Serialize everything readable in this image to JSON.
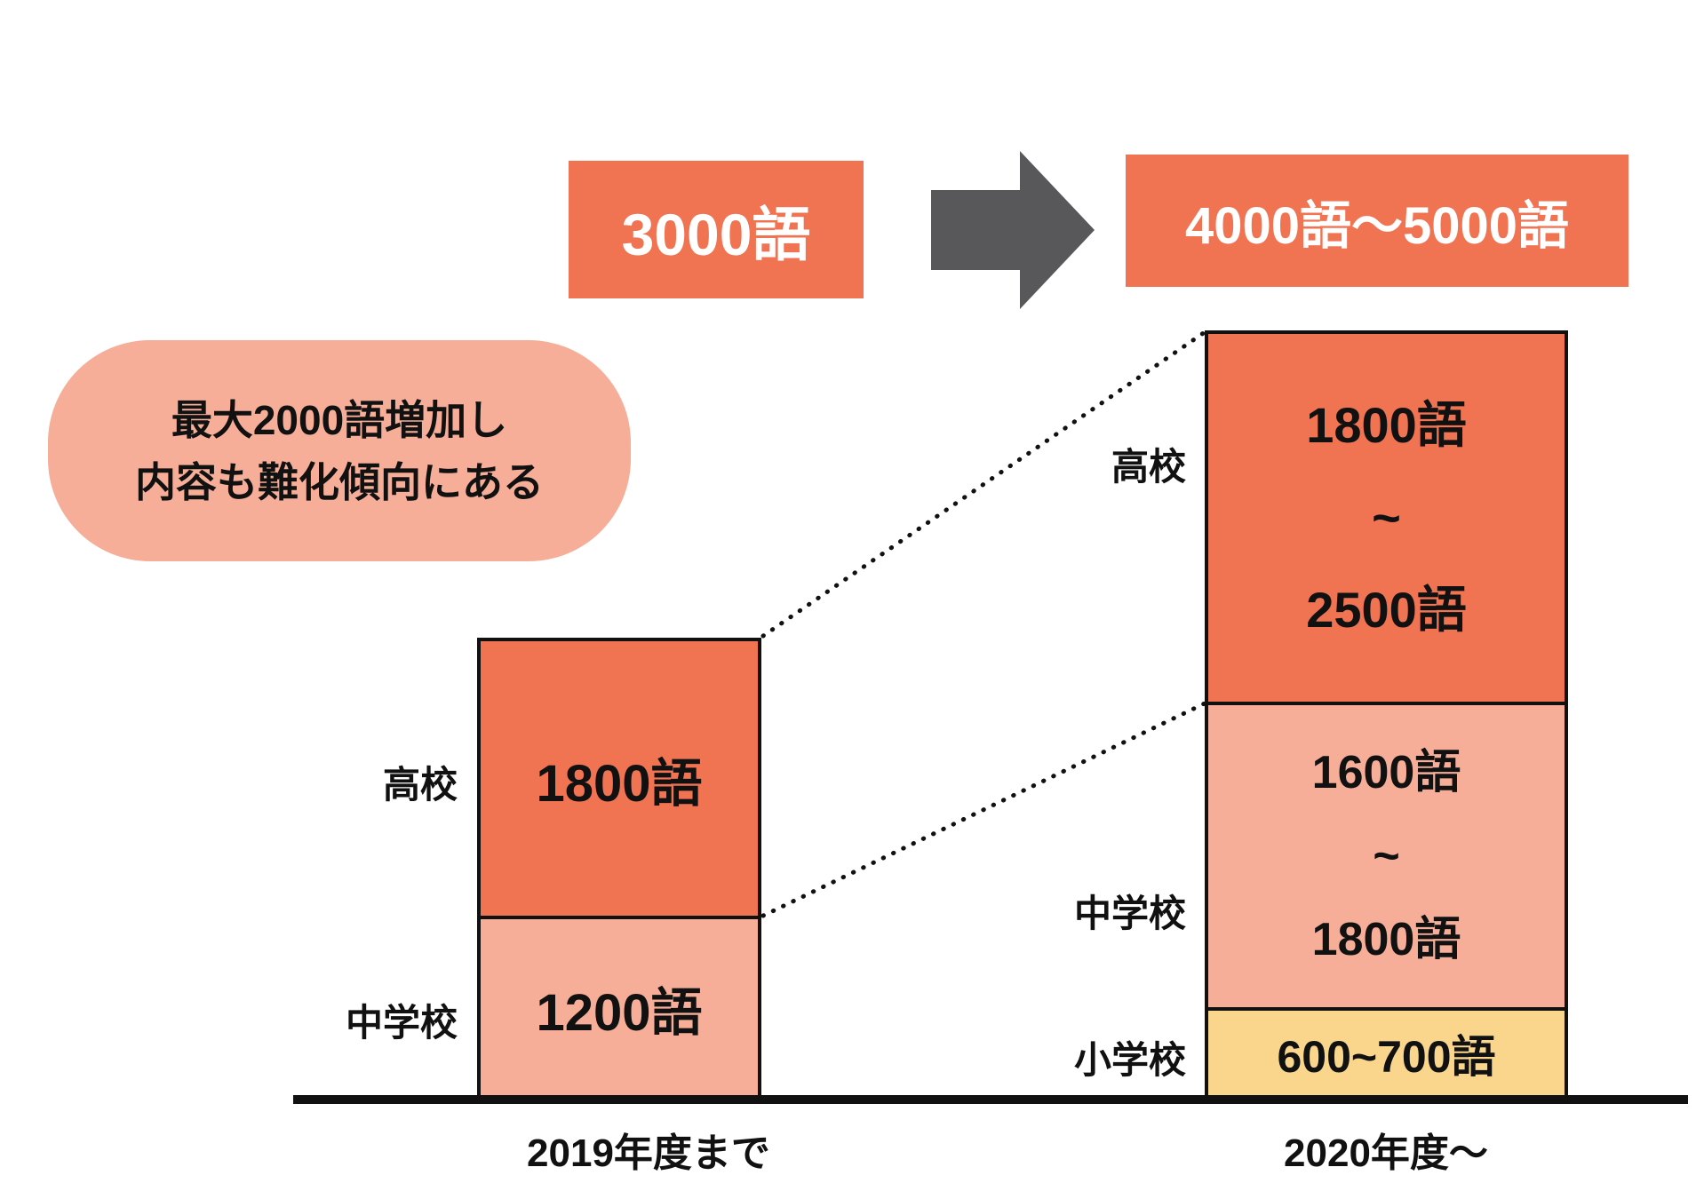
{
  "colors": {
    "orange": "#F07352",
    "pink": "#F6AE98",
    "yellow": "#FAD68C",
    "arrow_gray": "#58585A",
    "ink": "#111111"
  },
  "top": {
    "before_label": "3000語",
    "after_label": "4000語〜5000語"
  },
  "callout": {
    "line1": "最大2000語増加し",
    "line2": "内容も難化傾向にある"
  },
  "left_chart": {
    "xlabel": "2019年度まで",
    "koukou_label": "高校",
    "koukou_value": "1800語",
    "chuugaku_label": "中学校",
    "chuugaku_value": "1200語"
  },
  "right_chart": {
    "xlabel": "2020年度〜",
    "koukou_label": "高校",
    "koukou_lines": [
      "1800語",
      "~",
      "2500語"
    ],
    "chuugaku_label": "中学校",
    "chuugaku_lines": [
      "1600語",
      "~",
      "1800語"
    ],
    "shougaku_label": "小学校",
    "shougaku_value": "600~700語"
  },
  "chart_data": {
    "type": "bar",
    "stacked": true,
    "grid": false,
    "categories": [
      "2019年度まで",
      "2020年度〜"
    ],
    "series": [
      {
        "name": "高校",
        "color": "#F07352",
        "values": [
          1800,
          [
            1800,
            2500
          ]
        ],
        "value_labels": [
          "1800語",
          "1800語~2500語"
        ]
      },
      {
        "name": "中学校",
        "color": "#F6AE98",
        "values": [
          1200,
          [
            1600,
            1800
          ]
        ],
        "value_labels": [
          "1200語",
          "1600語~1800語"
        ]
      },
      {
        "name": "小学校",
        "color": "#FAD68C",
        "values": [
          null,
          [
            600,
            700
          ]
        ],
        "value_labels": [
          "",
          "600~700語"
        ]
      }
    ],
    "totals_labels": [
      "3000語",
      "4000語〜5000語"
    ],
    "annotation": "最大2000語増加し 内容も難化傾向にある",
    "legend_position": "left-of-each-bar-segment",
    "connector_lines": "dotted lines link 2019 bar tops to 2020 segment boundaries"
  }
}
